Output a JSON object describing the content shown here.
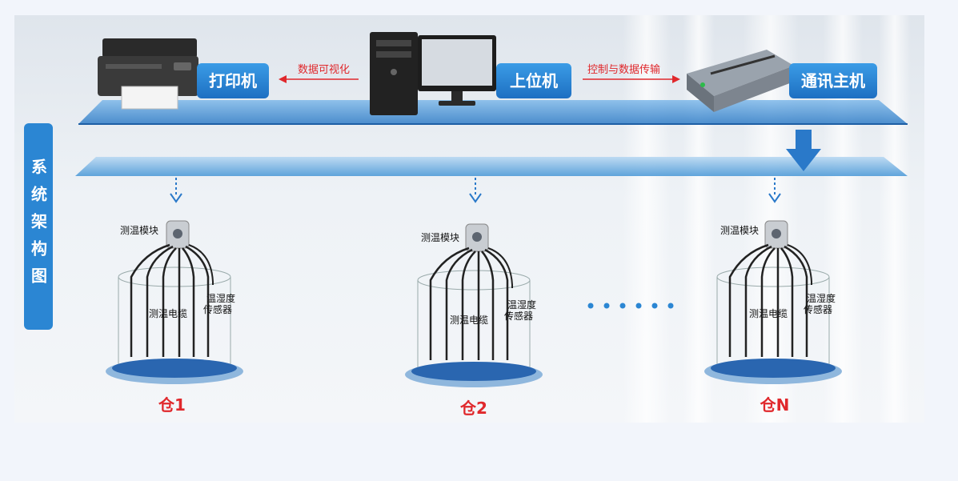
{
  "side_title": "系统架构图",
  "devices": {
    "printer": "打印机",
    "host_pc": "上位机",
    "comm_host": "通讯主机"
  },
  "flows": {
    "visualization": "数据可视化",
    "control_transfer": "控制与数据传输"
  },
  "warehouses": [
    {
      "name": "仓1",
      "module": "测温模块",
      "cable": "测温电缆",
      "sensor_line1": "温湿度",
      "sensor_line2": "传感器"
    },
    {
      "name": "仓2",
      "module": "测温模块",
      "cable": "测温电缆",
      "sensor_line1": "温湿度",
      "sensor_line2": "传感器"
    },
    {
      "name": "仓N",
      "module": "测温模块",
      "cable": "测温电缆",
      "sensor_line1": "温湿度",
      "sensor_line2": "传感器"
    }
  ],
  "colors": {
    "accent_blue": "#2b86d3",
    "label_red": "#e0282c",
    "platform_blue": "#4f9bd8"
  }
}
